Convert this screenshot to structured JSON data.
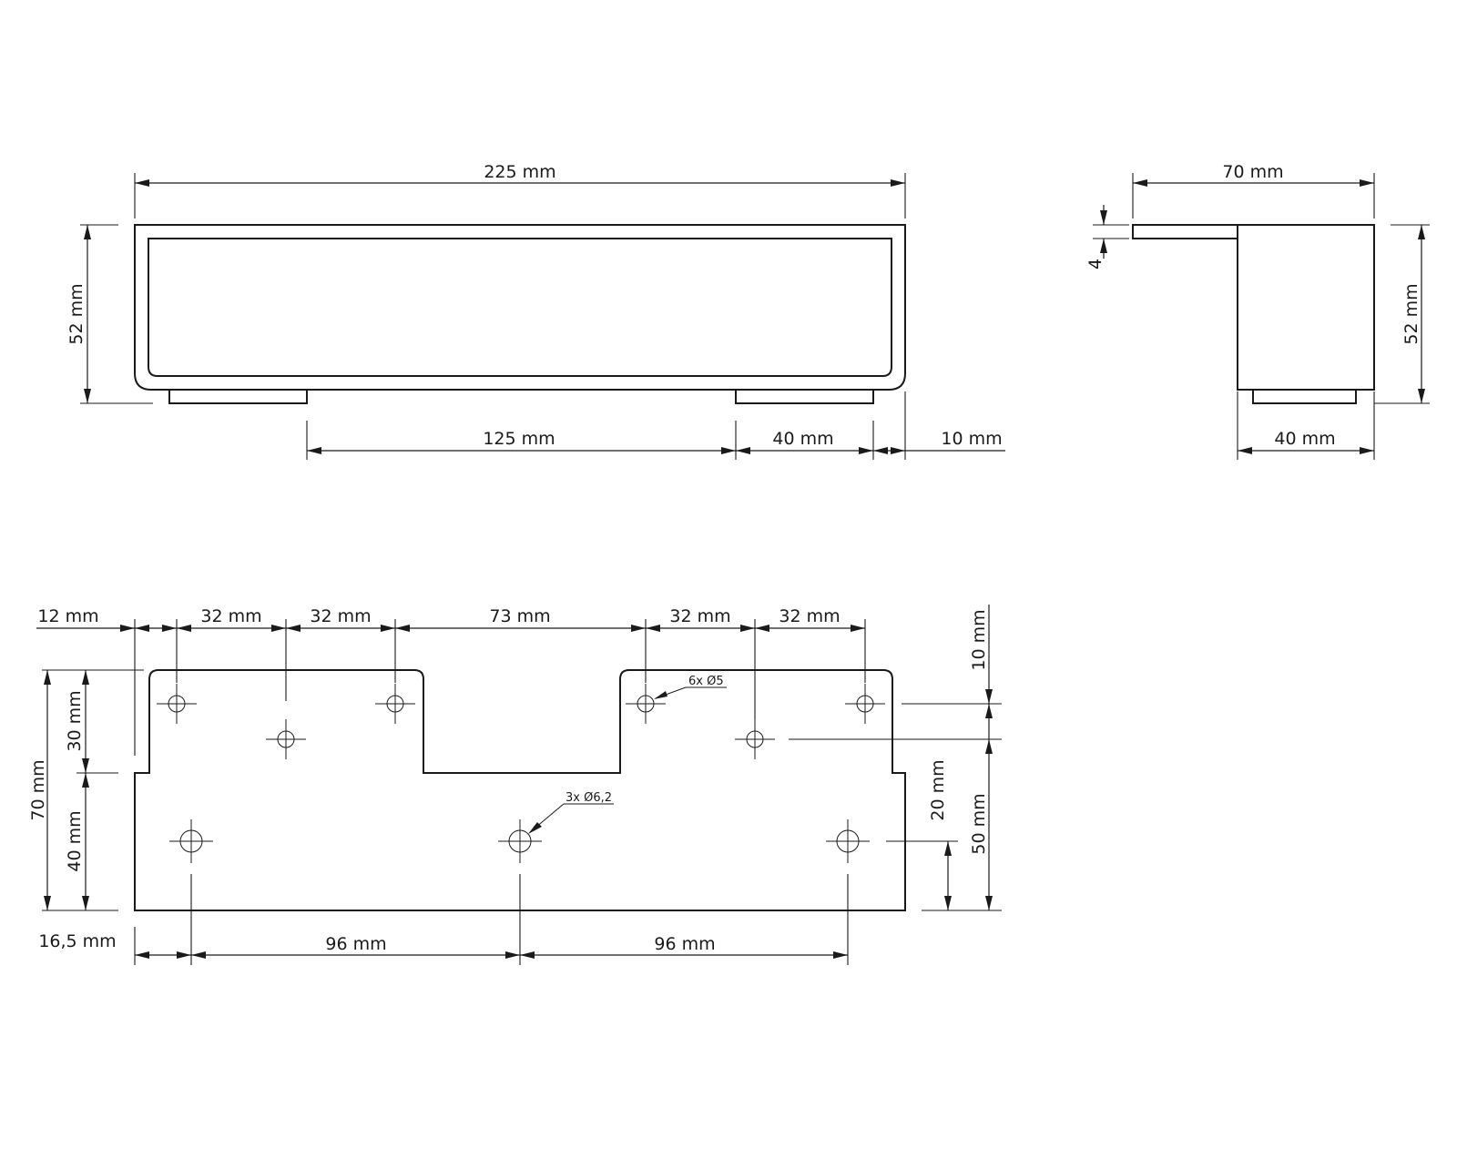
{
  "front_view": {
    "dim_total_length": "225 mm",
    "dim_height": "52 mm",
    "dim_foot_spacing": "125 mm",
    "dim_foot_width": "40 mm",
    "dim_end_offset": "10 mm"
  },
  "side_view": {
    "dim_depth": "70 mm",
    "dim_thickness": "4",
    "dim_height": "52 mm",
    "dim_foot_width": "40 mm"
  },
  "plan_view": {
    "dim_top": [
      "12 mm",
      "32 mm",
      "32 mm",
      "73 mm",
      "32 mm",
      "32 mm"
    ],
    "dim_left_total": "70 mm",
    "dim_left_upper": "30 mm",
    "dim_left_lower": "40 mm",
    "dim_right_top": "10 mm",
    "dim_right_mid": "50 mm",
    "dim_right_inner": "20 mm",
    "dim_bottom_edge": "16,5 mm",
    "dim_bottom": [
      "96 mm",
      "96 mm"
    ],
    "note_small_holes": "6x Ø5",
    "note_large_holes": "3x Ø6,2"
  }
}
